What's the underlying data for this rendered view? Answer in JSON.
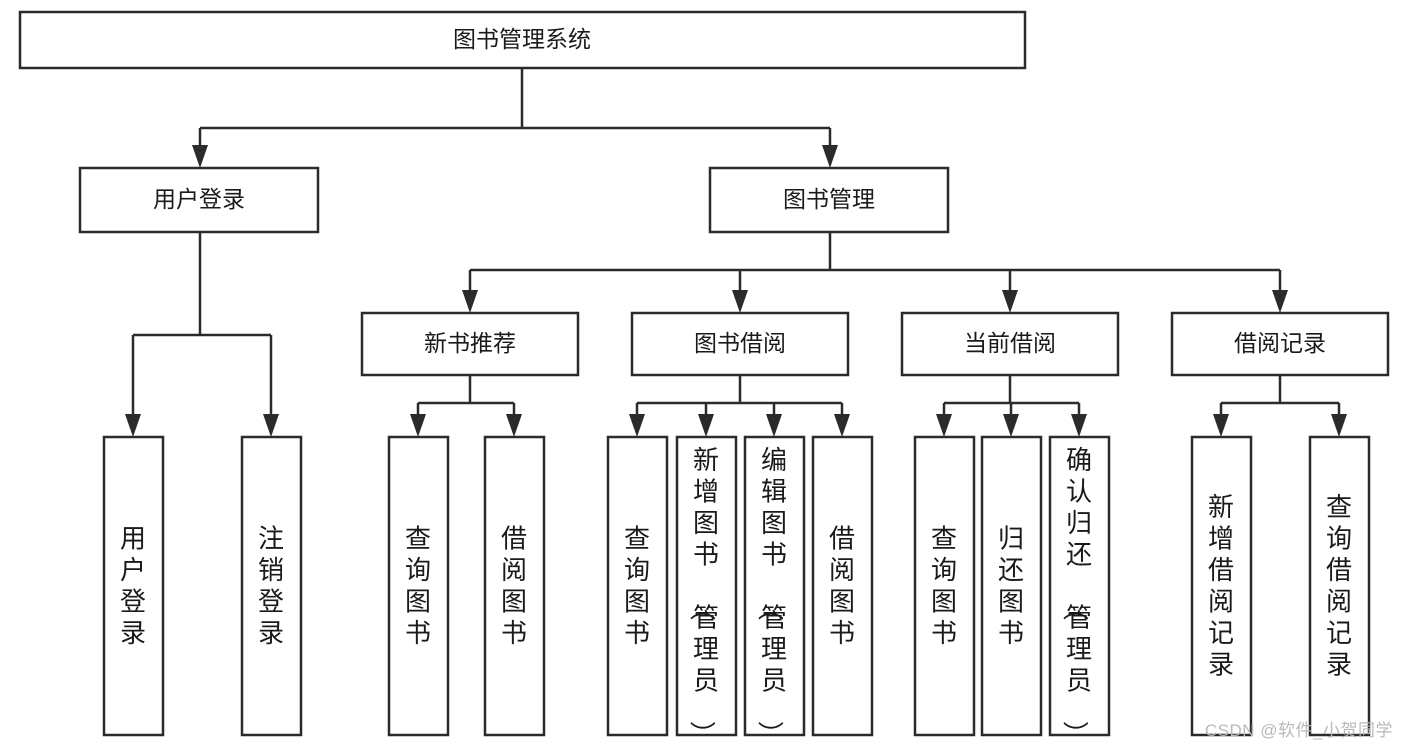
{
  "diagram": {
    "type": "tree",
    "title_node": {
      "label": "图书管理系统"
    },
    "level2": [
      {
        "label": "用户登录"
      },
      {
        "label": "图书管理"
      }
    ],
    "level3": [
      {
        "label": "新书推荐"
      },
      {
        "label": "图书借阅"
      },
      {
        "label": "当前借阅"
      },
      {
        "label": "借阅记录"
      }
    ],
    "leaves": {
      "user_login": [
        {
          "label": "用户登录"
        },
        {
          "label": "注销登录"
        }
      ],
      "new_book_recommend": [
        {
          "label": "查询图书"
        },
        {
          "label": "借阅图书"
        }
      ],
      "book_borrow": [
        {
          "label": "查询图书"
        },
        {
          "label": "新增图书（管理员）"
        },
        {
          "label": "编辑图书（管理员）"
        },
        {
          "label": "借阅图书"
        }
      ],
      "current_borrow": [
        {
          "label": "查询图书"
        },
        {
          "label": "归还图书"
        },
        {
          "label": "确认归还（管理员）"
        }
      ],
      "borrow_record": [
        {
          "label": "新增借阅记录"
        },
        {
          "label": "查询借阅记录"
        }
      ]
    }
  },
  "watermark": {
    "text": "CSDN @软件_小贺同学"
  },
  "colors": {
    "stroke": "#2b2b2b",
    "fill": "#ffffff",
    "text": "#1a1a1a",
    "watermark": "#b9b9b9"
  }
}
